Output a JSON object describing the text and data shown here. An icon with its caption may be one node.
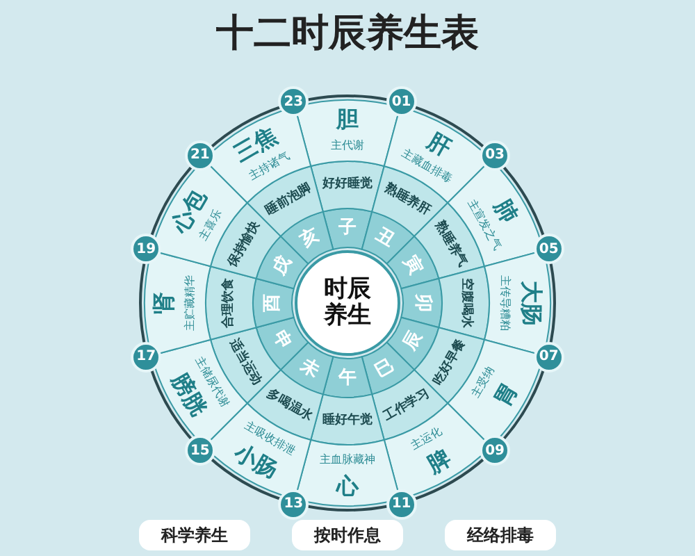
{
  "diagram": {
    "title": "十二时辰养生表",
    "nodes": [
      {
        "text": [
          "时辰养生"
        ]
      },
      {
        "text": [
          "胆",
          "主代谢",
          "好好睡觉",
          "子"
        ]
      },
      {
        "text": [
          "肝",
          "主藏血排毒",
          "熟睡养肝",
          "丑"
        ]
      },
      {
        "text": [
          "肺",
          "主宣发之气",
          "熟睡养气",
          "寅"
        ]
      },
      {
        "text": [
          "大肠",
          "主传导糟粕",
          "空腹喝水",
          "卯"
        ]
      },
      {
        "text": [
          "胃",
          "主受纳",
          "吃好早餐",
          "辰"
        ]
      },
      {
        "text": [
          "脾",
          "主运化",
          "工作学习",
          "巳"
        ]
      },
      {
        "text": [
          "心",
          "主血脉藏神",
          "睡好午觉",
          "午"
        ]
      },
      {
        "text": [
          "小肠",
          "主吸收排泄",
          "多喝温水",
          "未"
        ]
      },
      {
        "text": [
          "膀胱",
          "主储尿代谢",
          "适当运动",
          "申"
        ]
      },
      {
        "text": [
          "肾",
          "主贮藏精华",
          "合理饮食",
          "酉"
        ]
      },
      {
        "text": [
          "心包",
          "主喜乐",
          "保持愉快",
          "戌"
        ]
      },
      {
        "text": [
          "三焦",
          "主持诸气",
          "睡前泡脚",
          "亥"
        ]
      },
      {
        "text": [
          "科学养生"
        ]
      },
      {
        "text": [
          "按时作息"
        ]
      },
      {
        "text": [
          "经络排毒"
        ]
      }
    ],
    "labels": [
      "23",
      "01",
      "03",
      "05",
      "07",
      "09",
      "11",
      "13",
      "15",
      "17",
      "19",
      "21"
    ]
  }
}
